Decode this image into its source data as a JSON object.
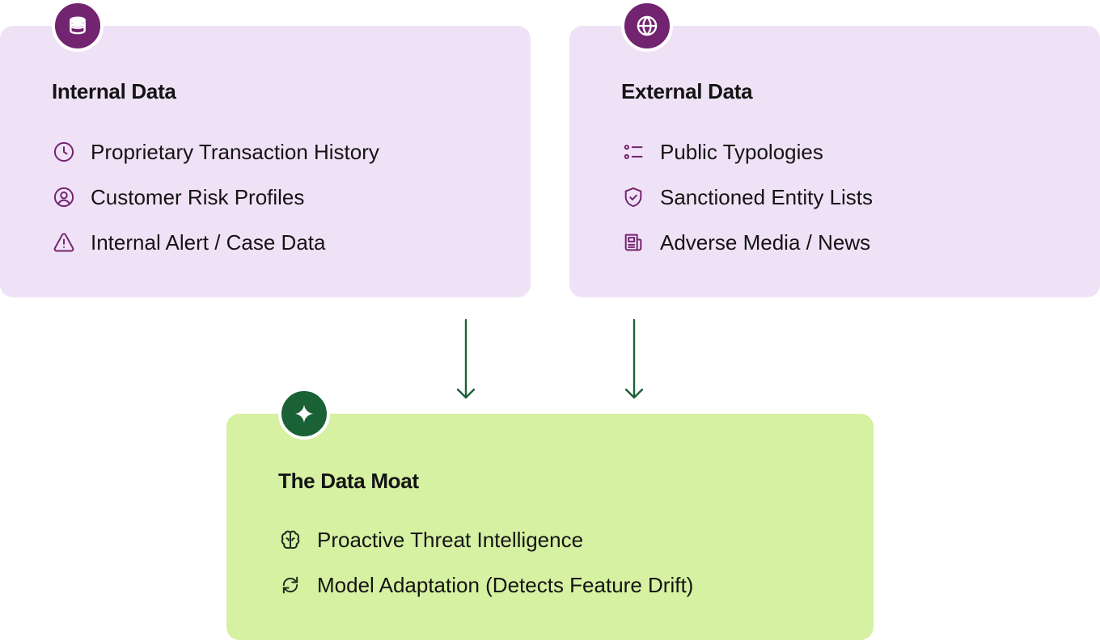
{
  "colors": {
    "source_card_bg": "#f0e2f6",
    "source_accent": "#722470",
    "moat_card_bg": "#d5f1a1",
    "moat_accent": "#1a6136",
    "arrow": "#1a6136"
  },
  "internal": {
    "title": "Internal Data",
    "badge_icon": "database-icon",
    "items": [
      {
        "icon": "clock-icon",
        "label": "Proprietary Transaction History"
      },
      {
        "icon": "user-circle-icon",
        "label": "Customer Risk Profiles"
      },
      {
        "icon": "warning-triangle-icon",
        "label": "Internal Alert / Case Data"
      }
    ]
  },
  "external": {
    "title": "External Data",
    "badge_icon": "globe-icon",
    "items": [
      {
        "icon": "list-icon",
        "label": "Public Typologies"
      },
      {
        "icon": "shield-check-icon",
        "label": "Sanctioned Entity Lists"
      },
      {
        "icon": "newspaper-icon",
        "label": "Adverse Media / News"
      }
    ]
  },
  "moat": {
    "title": "The Data Moat",
    "badge_icon": "sparkle-icon",
    "items": [
      {
        "icon": "brain-icon",
        "label": "Proactive Threat Intelligence"
      },
      {
        "icon": "refresh-icon",
        "label": "Model Adaptation (Detects Feature Drift)"
      }
    ]
  }
}
